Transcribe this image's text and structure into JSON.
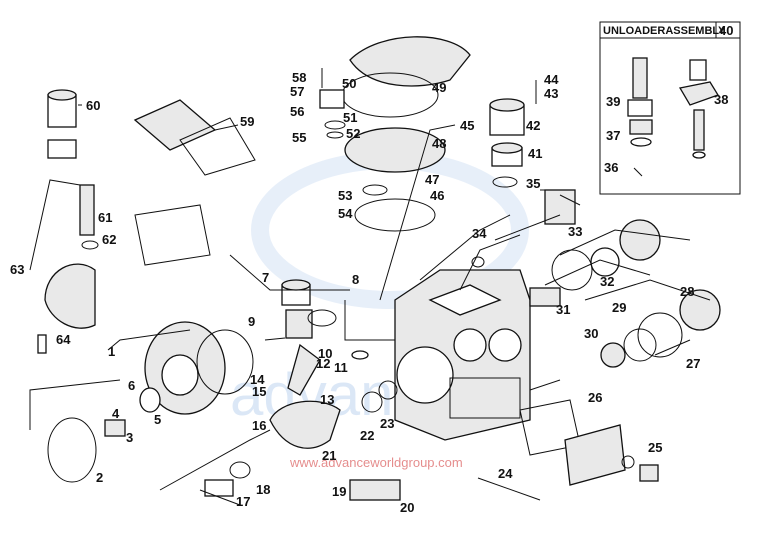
{
  "diagram": {
    "inset_title": "UNLOADERASSEMBLY",
    "inset_number": "40",
    "watermark_brand": "advance",
    "watermark_url": "www.advanceworldgroup.com",
    "callouts": [
      "1",
      "2",
      "3",
      "4",
      "5",
      "6",
      "7",
      "8",
      "9",
      "10",
      "11",
      "12",
      "13",
      "14",
      "15",
      "16",
      "17",
      "18",
      "19",
      "20",
      "21",
      "22",
      "23",
      "24",
      "25",
      "26",
      "27",
      "28",
      "29",
      "30",
      "31",
      "32",
      "33",
      "34",
      "35",
      "36",
      "37",
      "38",
      "39",
      "41",
      "42",
      "43",
      "44",
      "45",
      "46",
      "47",
      "48",
      "49",
      "50",
      "51",
      "52",
      "53",
      "54",
      "55",
      "56",
      "57",
      "58",
      "59",
      "60",
      "61",
      "62",
      "63",
      "64"
    ]
  }
}
